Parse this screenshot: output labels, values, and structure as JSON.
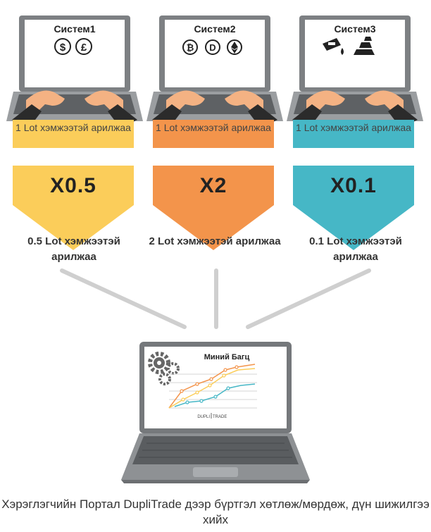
{
  "systems": [
    {
      "title": "Систем1",
      "lot_text": "1 Lot хэмжээтэй арилжаа",
      "color": "#fbcd5a",
      "multiplier": "X0.5",
      "result": "0.5 Lot хэмжээтэй арилжаа",
      "icons": [
        "dollar-icon",
        "pound-icon"
      ]
    },
    {
      "title": "Систем2",
      "lot_text": "1 Lot хэмжээтэй арилжаа",
      "color": "#f3944b",
      "multiplier": "X2",
      "result": "2 Lot хэмжээтэй арилжаа",
      "icons": [
        "bitcoin-icon",
        "dash-icon",
        "ethereum-icon"
      ]
    },
    {
      "title": "Систем3",
      "lot_text": "1 Lot хэмжээтэй арилжаа",
      "color": "#46b7c6",
      "multiplier": "X0.1",
      "result": "0.1 Lot хэмжээтэй арилжаа",
      "icons": [
        "oil-icon",
        "gold-bars-icon"
      ]
    }
  ],
  "portfolio": {
    "title": "Миний Багц",
    "brand_left": "DUPLI",
    "brand_right": "TRADE"
  },
  "caption": "Хэрэглэгчийн Портал DupliTrade дээр бүртгэл хөтлөж/мөрдөж, дүн шижилгээ хийх"
}
